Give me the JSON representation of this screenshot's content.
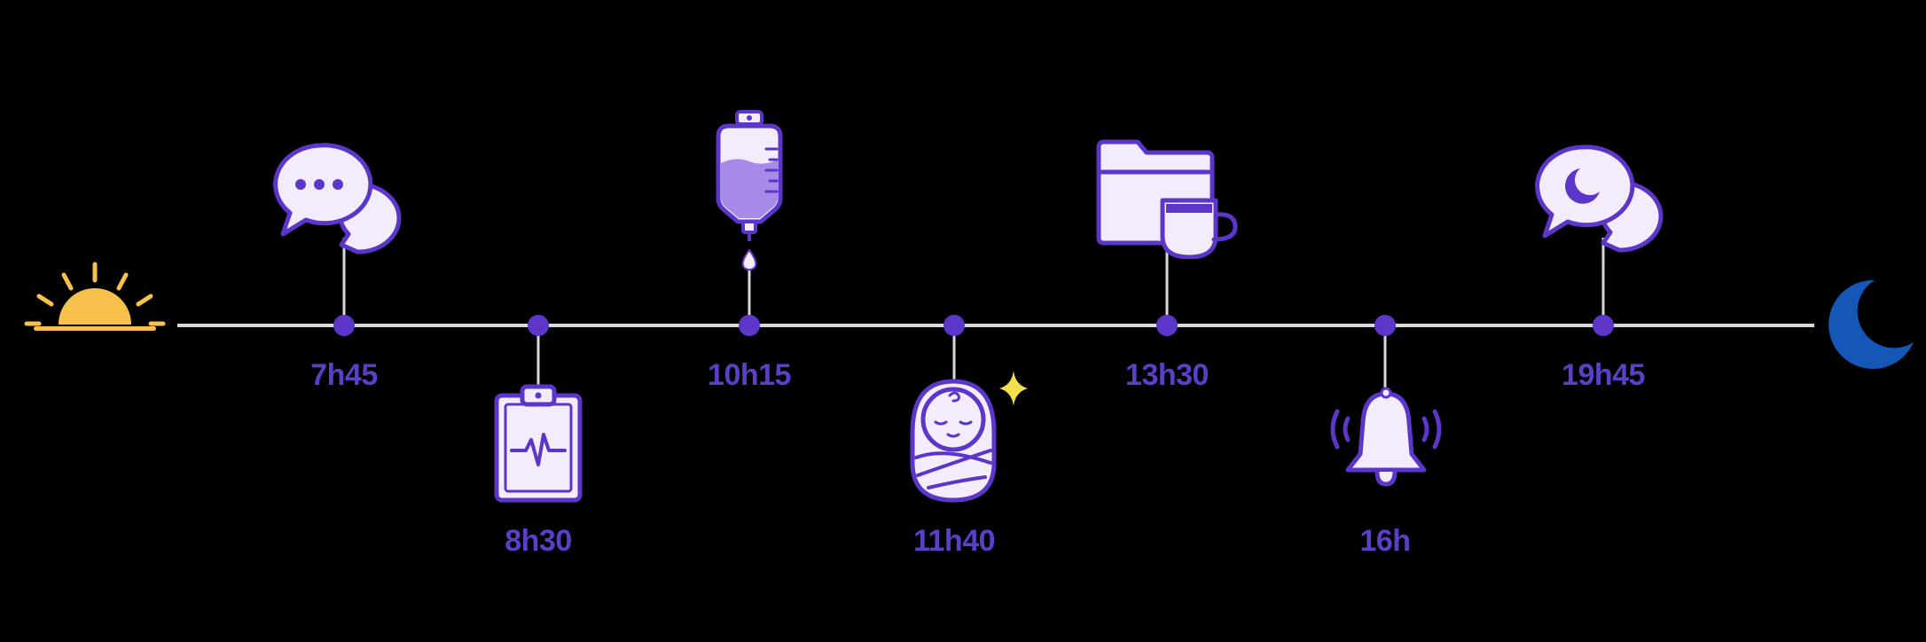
{
  "colors": {
    "background": "#000000",
    "axis": "#d9d9d9",
    "node": "#5b36c9",
    "label": "#5b3fc7",
    "icon_stroke": "#5b36c9",
    "icon_fill": "#f3ecfc",
    "icon_fill_accent": "#a88ae8",
    "sun": "#f8c14b",
    "moon": "#1457b7",
    "sparkle": "#f4e04d"
  },
  "start_icon": "sunrise-icon",
  "end_icon": "moon-icon",
  "events": [
    {
      "id": "event-1",
      "time": "7h45",
      "icon": "chat-bubbles-icon"
    },
    {
      "id": "event-2",
      "time": "8h30",
      "icon": "clipboard-heartbeat-icon"
    },
    {
      "id": "event-3",
      "time": "10h15",
      "icon": "iv-drip-icon"
    },
    {
      "id": "event-4",
      "time": "11h40",
      "icon": "swaddled-baby-icon"
    },
    {
      "id": "event-5",
      "time": "13h30",
      "icon": "folder-coffee-icon"
    },
    {
      "id": "event-6",
      "time": "16h",
      "icon": "ringing-bell-icon"
    },
    {
      "id": "event-7",
      "time": "19h45",
      "icon": "night-chat-icon"
    }
  ]
}
